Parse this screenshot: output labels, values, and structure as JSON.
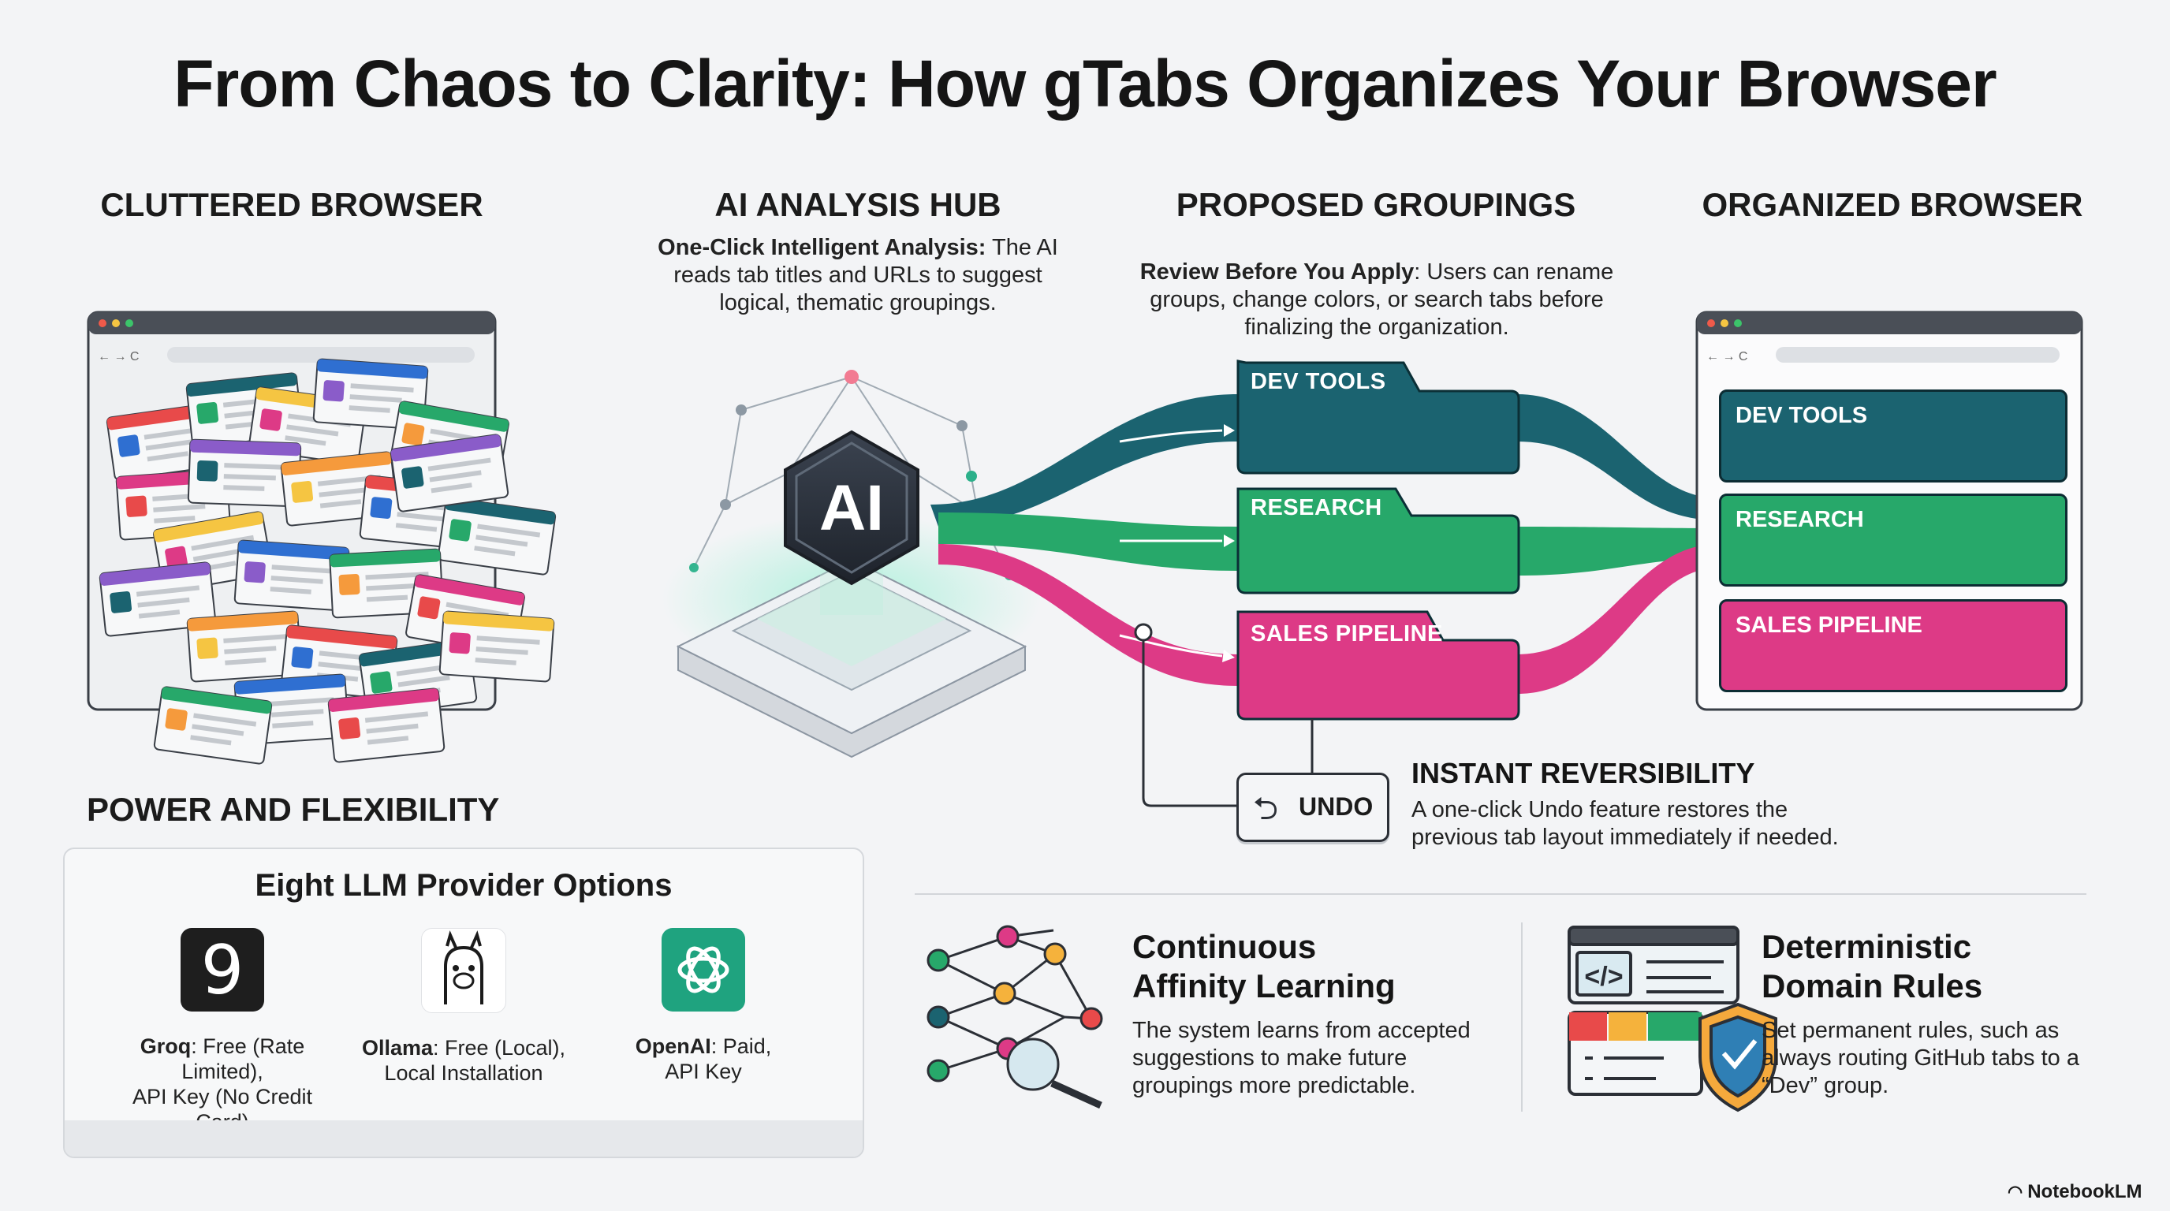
{
  "title": "From Chaos to Clarity: How gTabs Organizes Your Browser",
  "sections": {
    "cluttered": "CLUTTERED BROWSER",
    "hub": "AI ANALYSIS HUB",
    "proposed": "PROPOSED GROUPINGS",
    "organized": "ORGANIZED BROWSER",
    "power": "POWER AND FLEXIBILITY"
  },
  "hub": {
    "desc_bold": "One-Click Intelligent Analysis:",
    "desc_rest": " The AI reads tab titles and URLs to suggest logical, thematic groupings.",
    "chip_label": "AI"
  },
  "proposed": {
    "desc_bold": "Review Before You Apply",
    "desc_rest": ": Users can rename groups, change colors, or search tabs before finalizing the organization."
  },
  "groups": [
    {
      "label": "DEV TOOLS",
      "color": "#1b6370"
    },
    {
      "label": "RESEARCH",
      "color": "#27a86a"
    },
    {
      "label": "SALES PIPELINE",
      "color": "#dd3a86"
    }
  ],
  "undo": {
    "button_label": "UNDO",
    "title": "INSTANT REVERSIBILITY",
    "desc": "A one-click Undo feature restores the previous tab layout immediately if needed."
  },
  "providers": {
    "title": "Eight LLM Provider Options",
    "items": [
      {
        "name": "Groq",
        "line1": ": Free (Rate Limited),",
        "line2": "API Key (No Credit Card)",
        "logo_text": "9"
      },
      {
        "name": "Ollama",
        "line1": ": Free (Local),",
        "line2": "Local Installation",
        "logo_text": ""
      },
      {
        "name": "OpenAI",
        "line1": ": Paid,",
        "line2": "API Key",
        "logo_text": ""
      }
    ]
  },
  "features": {
    "affinity": {
      "title_line1": "Continuous",
      "title_line2": "Affinity Learning",
      "desc": "The system learns from accepted suggestions to make future groupings more predictable."
    },
    "rules": {
      "title_line1": "Deterministic",
      "title_line2": "Domain Rules",
      "desc": "Set permanent rules, such as always routing GitHub tabs to a “Dev” group."
    }
  },
  "brand": "NotebookLM",
  "colors": {
    "dev": "#1b6370",
    "research": "#27a86a",
    "sales": "#dd3a86",
    "dark": "#2b2f36"
  }
}
